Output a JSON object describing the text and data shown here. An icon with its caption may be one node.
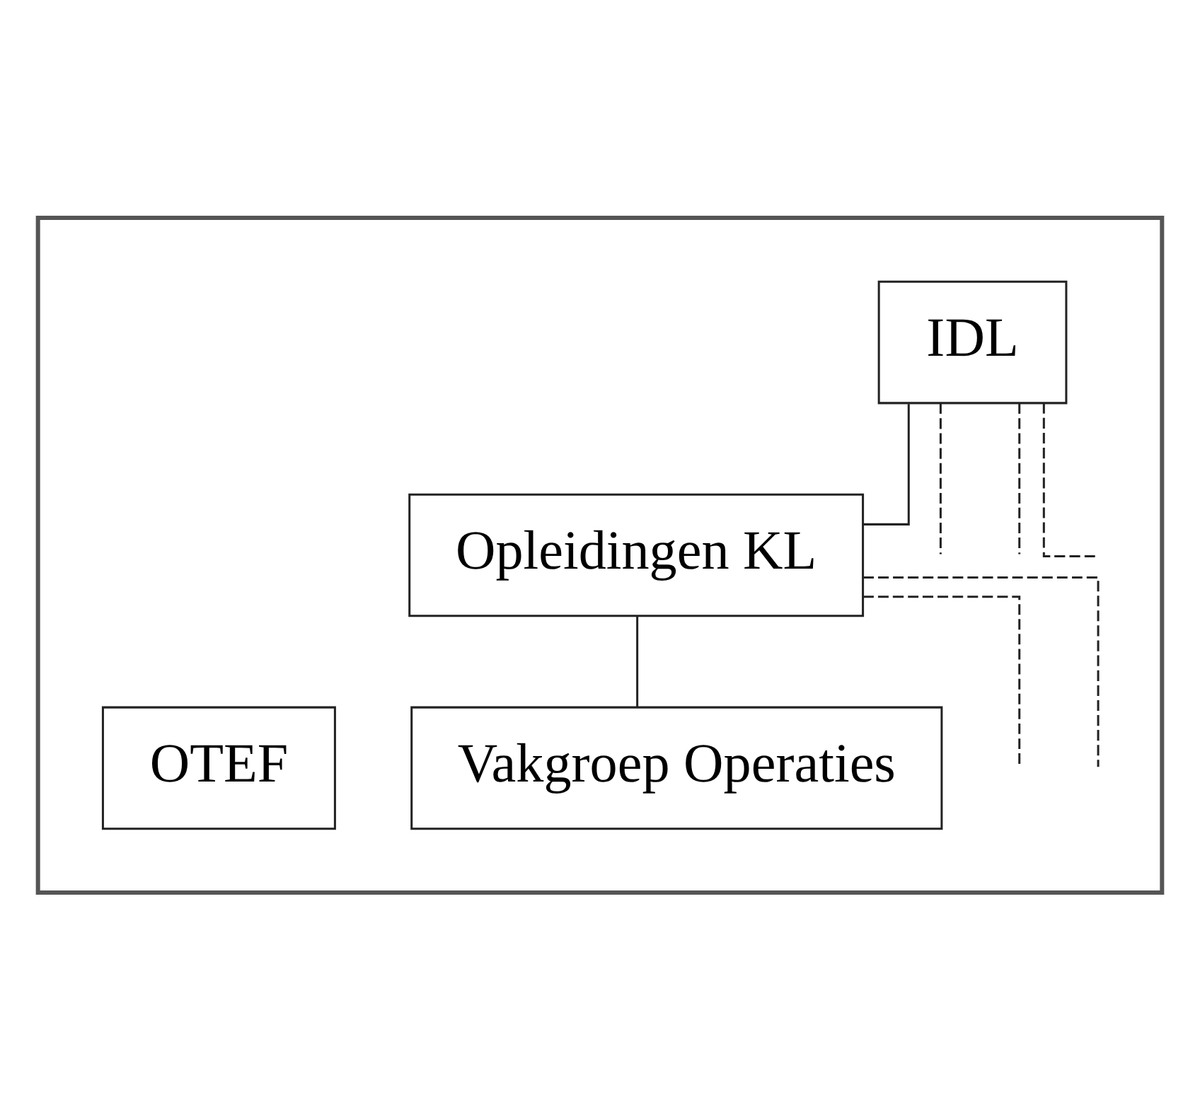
{
  "diagram": {
    "nodes": [
      {
        "text": [],
        "shape": "box"
      },
      {
        "text": [
          "IDL"
        ],
        "in": 0
      },
      {
        "text": [
          "Opleidingen KL"
        ],
        "in": 0
      },
      {
        "text": [
          "Vakgroep Operaties"
        ],
        "in": 0
      },
      {
        "text": [
          "OTEF"
        ],
        "in": 0
      }
    ],
    "edges": [
      {
        "from": 1,
        "to": null,
        "arrow": "none",
        "style": "dashed"
      },
      {
        "from": 1,
        "to": null,
        "arrow": "none",
        "style": "dashed"
      },
      {
        "from": 1,
        "to": null,
        "arrow": "none",
        "style": "dashed"
      },
      {
        "from": 1,
        "to": 2,
        "arrow": "none"
      },
      {
        "from": 2,
        "to": null,
        "arrow": "none",
        "style": "dashed"
      },
      {
        "from": 2,
        "to": 3,
        "arrow": "none"
      },
      {
        "from": 2,
        "to": null,
        "arrow": "none",
        "style": "dashed"
      }
    ]
  }
}
